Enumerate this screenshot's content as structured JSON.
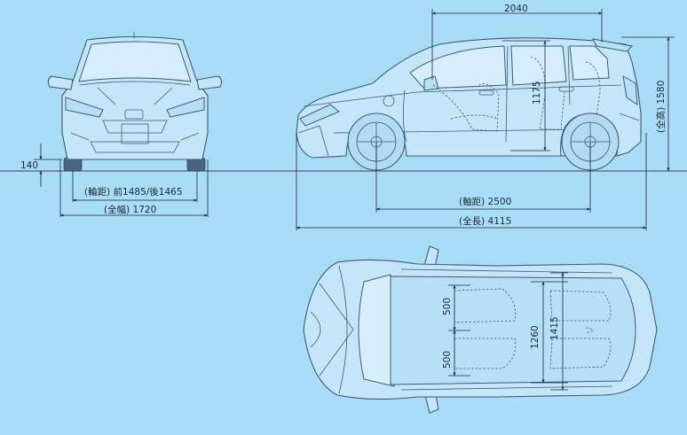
{
  "dimensions": {
    "ground_clearance": "140",
    "tread": "(輪距) 前1485/後1465",
    "overall_width": "(全幅) 1720",
    "wheelbase": "(軸距) 2500",
    "overall_length": "(全長) 4115",
    "cabin_length": "2040",
    "cabin_height": "1175",
    "overall_height": "(全高) 1580",
    "seat_width_rear_left": "500",
    "seat_width_rear_right": "500",
    "cabin_width_rear": "1260",
    "cabin_width_front": "1415"
  },
  "colors": {
    "background": "#a9dcf6",
    "line": "#3c5a78",
    "dimension": "#1a2a3a"
  }
}
